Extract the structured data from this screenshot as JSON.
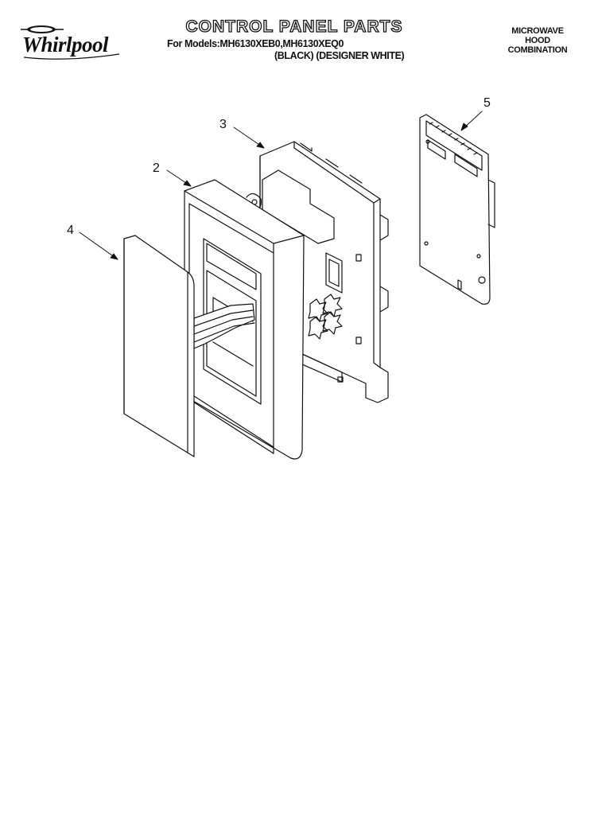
{
  "header": {
    "brand": "Whirlpool",
    "title": "CONTROL PANEL PARTS",
    "models_line": "For Models:MH6130XEB0,MH6130XEQ0",
    "colors_line": "(BLACK) (DESIGNER WHITE)",
    "category": [
      "MICROWAVE",
      "HOOD",
      "COMBINATION"
    ]
  },
  "callouts": [
    "2",
    "3",
    "4",
    "5"
  ],
  "icons": [
    "whirlpool-logo-icon"
  ]
}
